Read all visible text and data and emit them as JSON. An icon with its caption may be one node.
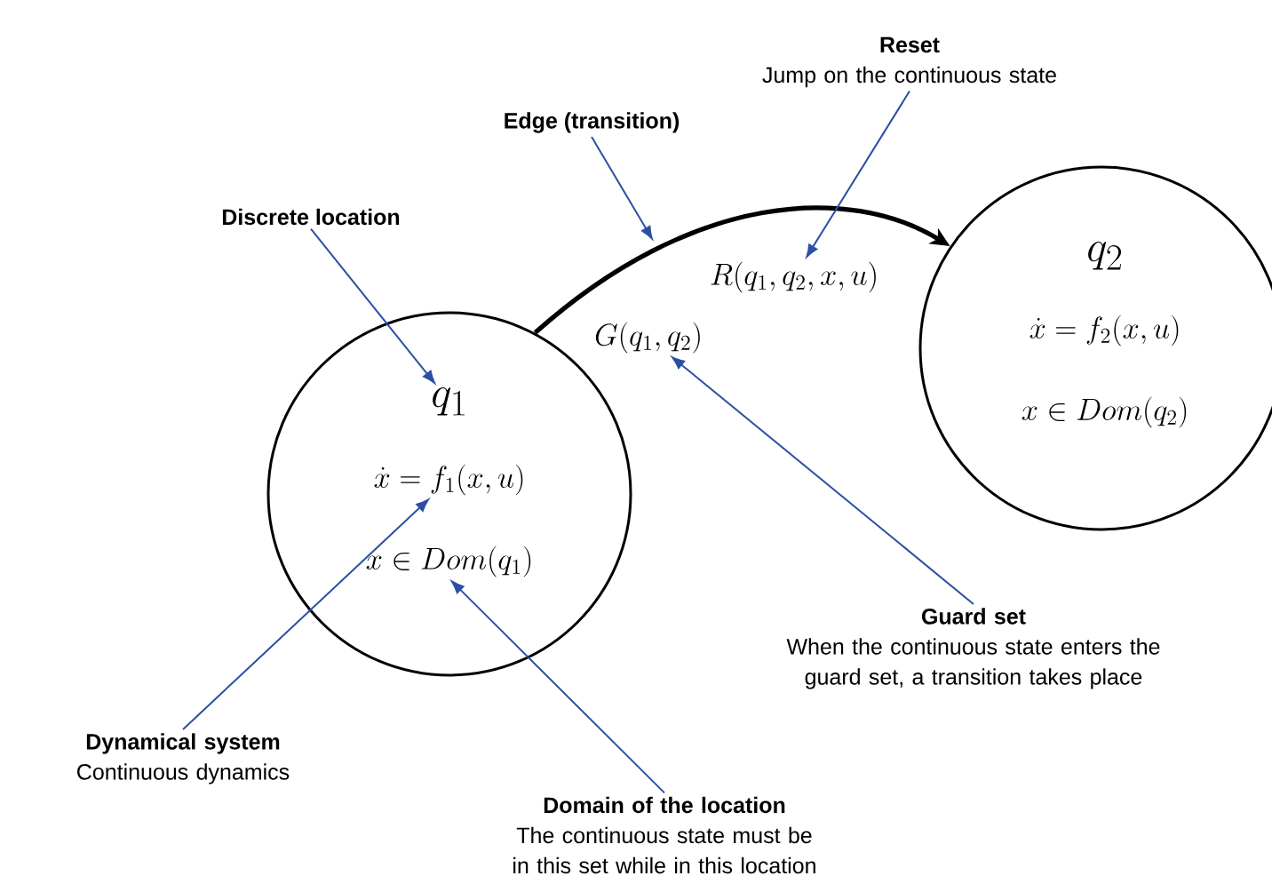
{
  "diagram": {
    "nodes": [
      {
        "text": [],
        "shape": "circle"
      },
      {
        "text": [
          "q_1"
        ],
        "in": 0
      },
      {
        "text": [
          "\\dot{x} = f_1(x,u)"
        ],
        "in": 0
      },
      {
        "text": [
          "x \\in Dom(q_1)"
        ],
        "in": 0
      },
      {
        "text": [],
        "shape": "circle"
      },
      {
        "text": [
          "q_2"
        ],
        "in": 4
      },
      {
        "text": [
          "\\dot{x} = f_2(x,u)"
        ],
        "in": 4
      },
      {
        "text": [
          "x \\in Dom(q_2)"
        ],
        "in": 4
      },
      {
        "text": [
          "G(q_1, q_2)"
        ]
      },
      {
        "text": [
          "R(q_1, q_2, x, u)"
        ]
      },
      {
        "text": [
          "Discrete location"
        ]
      },
      {
        "text": [
          "Edge (transition)"
        ]
      },
      {
        "text": [
          "Reset",
          "Jump on the continuous state"
        ]
      },
      {
        "text": [
          "Guard set",
          "When the continuous state enters the guard set, a transition takes place"
        ]
      },
      {
        "text": [
          "Dynamical system",
          "Continuous dynamics"
        ]
      },
      {
        "text": [
          "Domain of the location",
          "The continuous state must be in this set while in this location"
        ]
      }
    ],
    "edges": [
      {
        "from": 0,
        "to": 4,
        "arrow": "to",
        "style": "thick",
        "color": "#000000"
      },
      {
        "from": 10,
        "to": 1,
        "arrow": "to"
      },
      {
        "from": 11,
        "to": null,
        "arrow": "to"
      },
      {
        "from": 12,
        "to": 9,
        "arrow": "to"
      },
      {
        "from": 13,
        "to": 8,
        "arrow": "to"
      },
      {
        "from": 14,
        "to": 2,
        "arrow": "to"
      },
      {
        "from": 15,
        "to": 3,
        "arrow": "to"
      }
    ]
  }
}
